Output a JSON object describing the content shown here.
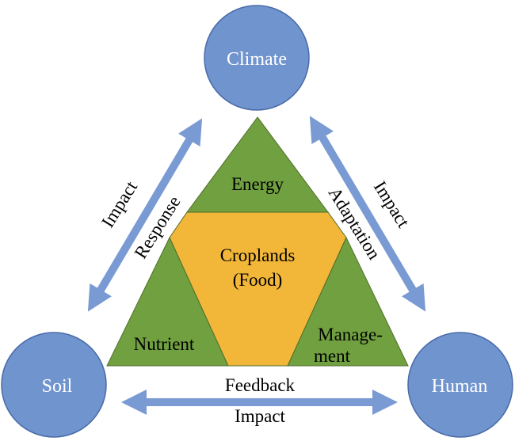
{
  "nodes": {
    "climate": "Climate",
    "soil": "Soil",
    "human": "Human"
  },
  "center": {
    "line1": "Croplands",
    "line2": "(Food)"
  },
  "corners": {
    "top": "Energy",
    "left": "Nutrient",
    "right_line1": "Manage-",
    "right_line2": "ment"
  },
  "links": {
    "climate_soil_outer": "Impact",
    "climate_soil_inner": "Response",
    "climate_human_outer": "Impact",
    "climate_human_inner": "Adaptation",
    "soil_human_top": "Feedback",
    "soil_human_bottom": "Impact"
  },
  "colors": {
    "circle_fill": "#7094ce",
    "circle_stroke": "#4a6ba8",
    "arrow": "#7a9ad4",
    "green": "#70a03f",
    "green_stroke": "#506e2c",
    "orange": "#f2b638"
  }
}
